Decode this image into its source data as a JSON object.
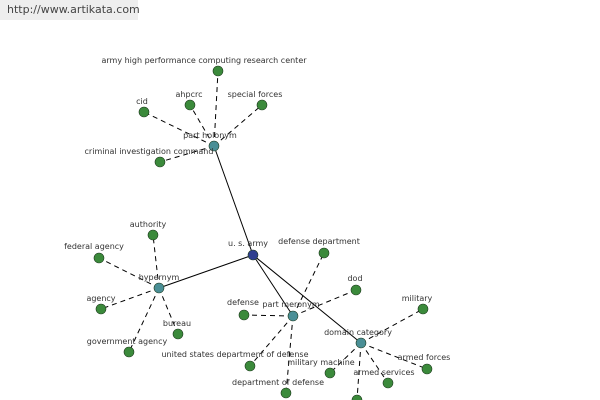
{
  "header": {
    "url": "http://www.artikata.com"
  },
  "colors": {
    "leaf": "#3b8a3b",
    "hub": "#4a8f96",
    "root": "#2f3f8f",
    "edge": "#000000"
  },
  "graph": {
    "root": {
      "id": "root",
      "label": "u. s. army"
    },
    "hubs": [
      {
        "id": "holonym",
        "label": "part holonym"
      },
      {
        "id": "hypernym",
        "label": "hypernym"
      },
      {
        "id": "meronym",
        "label": "part meronym"
      },
      {
        "id": "domain",
        "label": "domain category"
      }
    ],
    "leaves": [
      {
        "id": "ahprc-full",
        "hub": "holonym",
        "label": "army high performance computing research center"
      },
      {
        "id": "cid",
        "hub": "holonym",
        "label": "cid"
      },
      {
        "id": "ahpcrc",
        "hub": "holonym",
        "label": "ahpcrc"
      },
      {
        "id": "special-forces",
        "hub": "holonym",
        "label": "special forces"
      },
      {
        "id": "criminal-investigation",
        "hub": "holonym",
        "label": "criminal investigation command"
      },
      {
        "id": "authority",
        "hub": "hypernym",
        "label": "authority"
      },
      {
        "id": "federal-agency",
        "hub": "hypernym",
        "label": "federal agency"
      },
      {
        "id": "agency",
        "hub": "hypernym",
        "label": "agency"
      },
      {
        "id": "bureau",
        "hub": "hypernym",
        "label": "bureau"
      },
      {
        "id": "government-agency",
        "hub": "hypernym",
        "label": "government agency"
      },
      {
        "id": "defense-department",
        "hub": "meronym",
        "label": "defense department"
      },
      {
        "id": "dod",
        "hub": "meronym",
        "label": "dod"
      },
      {
        "id": "defense",
        "hub": "meronym",
        "label": "defense"
      },
      {
        "id": "us-dod",
        "hub": "meronym",
        "label": "united states department of defense"
      },
      {
        "id": "department-of-defense",
        "hub": "meronym",
        "label": "department of defense"
      },
      {
        "id": "military",
        "hub": "domain",
        "label": "military"
      },
      {
        "id": "military-machine",
        "hub": "domain",
        "label": "military machine"
      },
      {
        "id": "armed-forces",
        "hub": "domain",
        "label": "armed forces"
      },
      {
        "id": "armed-services",
        "hub": "domain",
        "label": "armed services"
      },
      {
        "id": "domain-extra",
        "hub": "domain",
        "label": ""
      }
    ]
  }
}
